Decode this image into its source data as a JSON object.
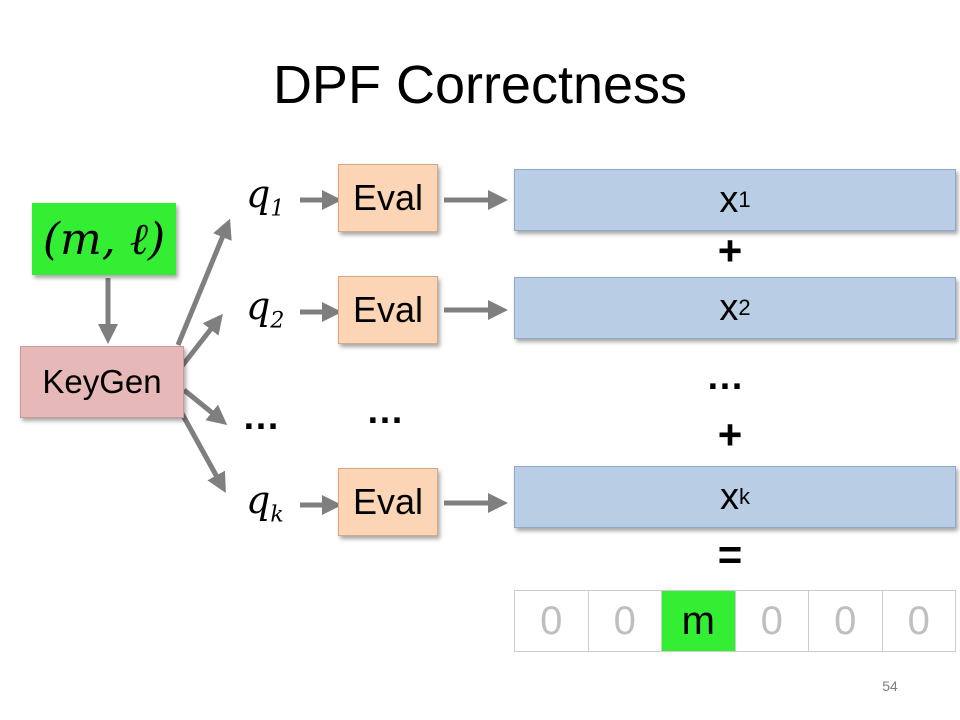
{
  "title": "DPF Correctness",
  "input": "(m, ℓ)",
  "keygen": "KeyGen",
  "queries": [
    {
      "label": "q",
      "sub": "1"
    },
    {
      "label": "q",
      "sub": "2"
    },
    {
      "label": "q",
      "sub": "k"
    }
  ],
  "eval_label": "Eval",
  "shares": [
    {
      "label": "x",
      "sub": "1"
    },
    {
      "label": "x",
      "sub": "2"
    },
    {
      "label": "x",
      "sub": "k"
    }
  ],
  "plus": "+",
  "ellipsis": "…",
  "equals": "=",
  "result_cells": [
    "0",
    "0",
    "m",
    "0",
    "0",
    "0"
  ],
  "page_number": "54",
  "colors": {
    "input_green": "#33ee33",
    "keygen_pink": "#e6b8b7",
    "eval_peach": "#fbd5b5",
    "share_blue": "#b9cde5",
    "arrow_gray": "#7f7f7f"
  }
}
